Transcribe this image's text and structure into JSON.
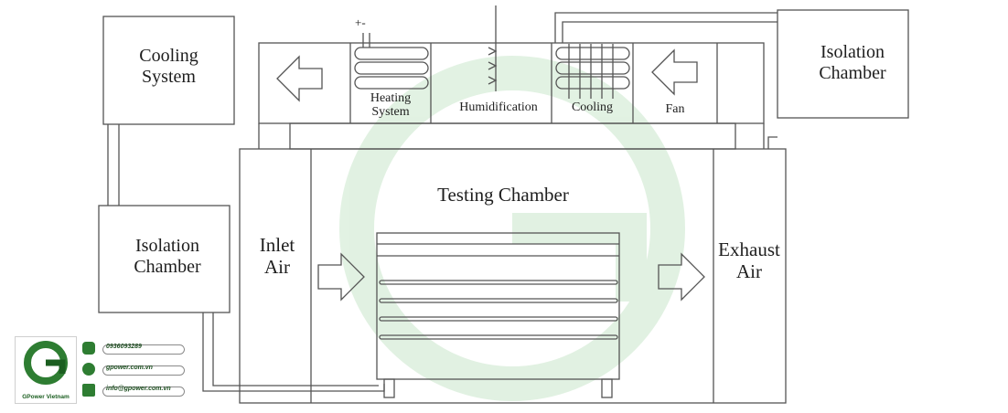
{
  "labels": {
    "cooling_system": [
      "Cooling",
      "System"
    ],
    "isolation_chamber_top": [
      "Isolation",
      "Chamber"
    ],
    "isolation_chamber_left": [
      "Isolation",
      "Chamber"
    ],
    "heating_system": [
      "Heating",
      "System"
    ],
    "humidification": "Humidification",
    "cooling": "Cooling",
    "fan": "Fan",
    "testing_chamber": "Testing Chamber",
    "inlet_air": [
      "Inlet",
      "Air"
    ],
    "exhaust_air": [
      "Exhaust",
      "Air"
    ],
    "polarity": "+-"
  },
  "branding": {
    "company": "GPower Vietnam",
    "phone": "0936093289",
    "website": "gpower.com.vn",
    "email": "info@gpower.com.vn",
    "brand_color": "#2e7d32",
    "watermark_color": "#7cc47f",
    "icons": [
      "phone-icon",
      "globe-icon",
      "mail-icon"
    ]
  }
}
